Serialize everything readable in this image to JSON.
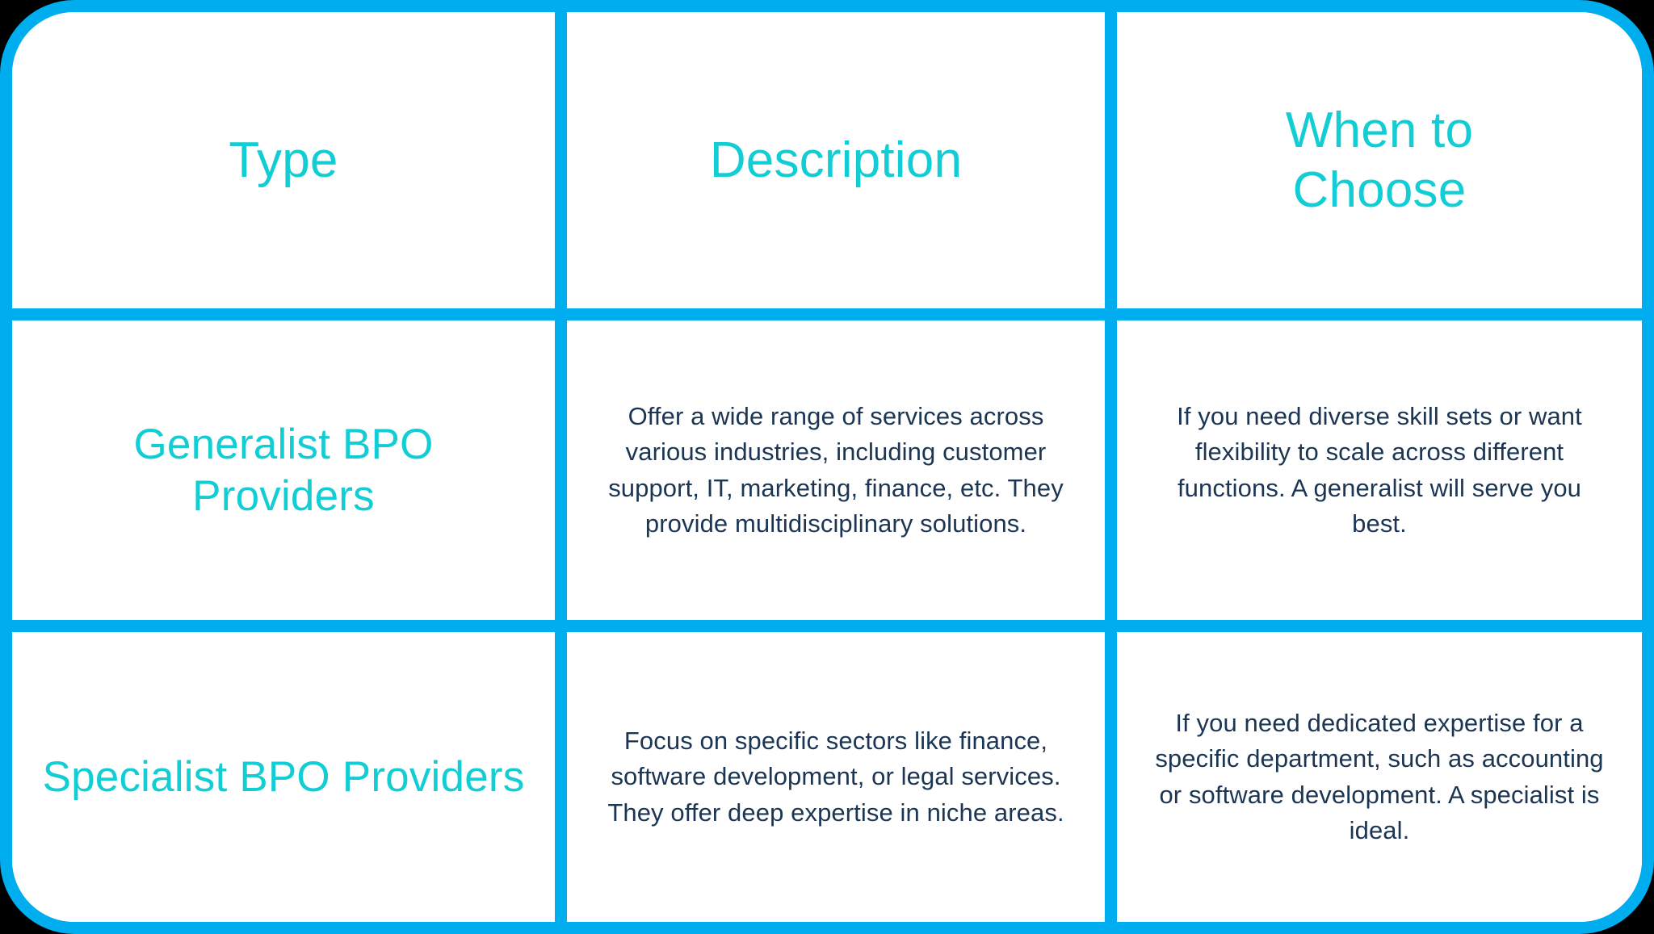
{
  "table": {
    "accent_border_color": "#00AEEF",
    "heading_text_color": "#13CDD4",
    "body_text_color": "#1B3553",
    "background_color": "#FFFFFF",
    "page_background_color": "#000000",
    "columns": [
      "Type",
      "Description",
      "When to Choose"
    ],
    "headers": {
      "col1": "Type",
      "col2": "Description",
      "col3_line1": "When to",
      "col3_line2": "Choose"
    },
    "rows": [
      {
        "type": "Generalist BPO Providers",
        "description": "Offer a wide range of services across various industries, including customer support, IT, marketing, finance, etc. They provide multidisciplinary solutions.",
        "when_to_choose": "If you need diverse skill sets or want flexibility to scale across different functions. A generalist will serve you best."
      },
      {
        "type": "Specialist BPO Providers",
        "description": "Focus on specific sectors like finance, software development, or legal services. They offer deep expertise in niche areas.",
        "when_to_choose": "If you need dedicated expertise for a specific department, such as accounting or software development. A specialist is ideal."
      }
    ]
  }
}
